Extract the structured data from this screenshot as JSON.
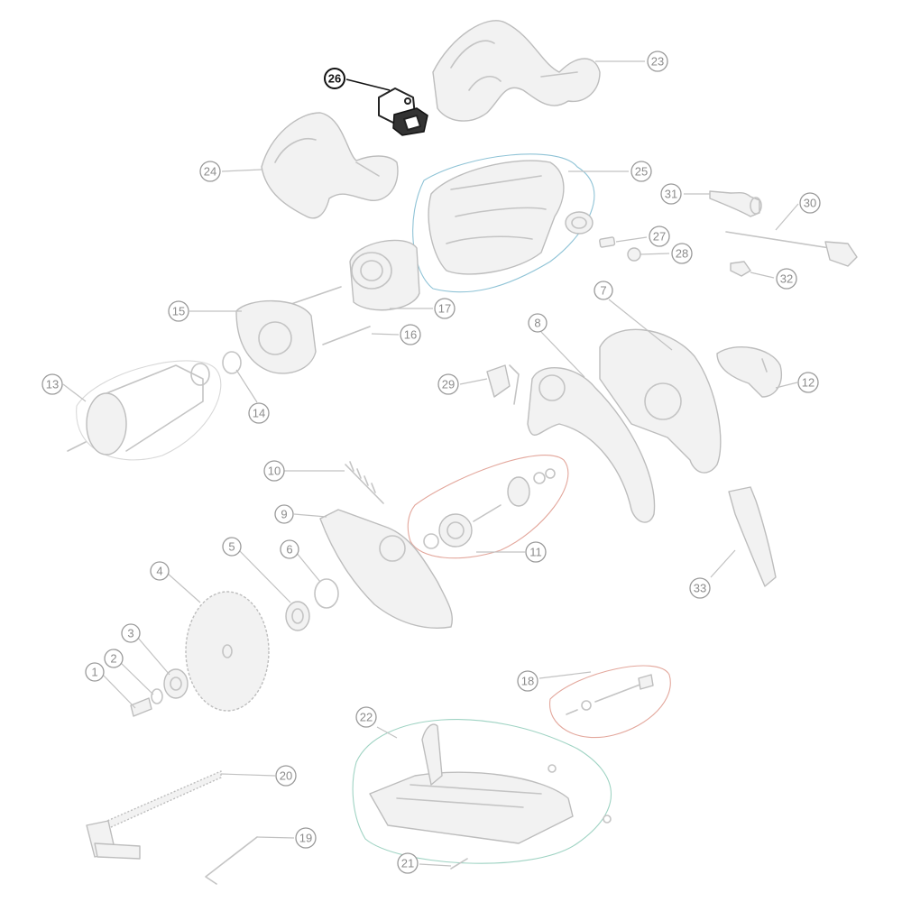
{
  "colors": {
    "part_stroke": "#c4c4c4",
    "highlight": "#111111",
    "callout_default": "#9a9a9a",
    "outline_green": "#8fc9b4",
    "outline_blue": "#8fc3d6",
    "outline_red": "#e3a79c",
    "outline_teal": "#9fd3c3"
  },
  "highlighted_part": "26",
  "callouts": [
    {
      "id": "c1",
      "label": "1",
      "color": "#9a9a9a"
    },
    {
      "id": "c2",
      "label": "2",
      "color": "#6fbf9f"
    },
    {
      "id": "c3",
      "label": "3",
      "color": "#6fbf9f"
    },
    {
      "id": "c4",
      "label": "4",
      "color": "#9a9a9a"
    },
    {
      "id": "c5",
      "label": "5",
      "color": "#9a9a9a"
    },
    {
      "id": "c6",
      "label": "6",
      "color": "#9a9a9a"
    },
    {
      "id": "c7",
      "label": "7",
      "color": "#9a9a9a"
    },
    {
      "id": "c8",
      "label": "8",
      "color": "#9a9a9a"
    },
    {
      "id": "c9",
      "label": "9",
      "color": "#6fbf9f"
    },
    {
      "id": "c10",
      "label": "10",
      "color": "#9a9a9a"
    },
    {
      "id": "c11",
      "label": "11",
      "color": "#6fbf9f"
    },
    {
      "id": "c12",
      "label": "12",
      "color": "#9a9a9a"
    },
    {
      "id": "c13",
      "label": "13",
      "color": "#9a9a9a"
    },
    {
      "id": "c14",
      "label": "14",
      "color": "#9a9a9a"
    },
    {
      "id": "c15",
      "label": "15",
      "color": "#9a9a9a"
    },
    {
      "id": "c16",
      "label": "16",
      "color": "#9a9a9a"
    },
    {
      "id": "c17",
      "label": "17",
      "color": "#9a9a9a"
    },
    {
      "id": "c18",
      "label": "18",
      "color": "#d9917f"
    },
    {
      "id": "c19",
      "label": "19",
      "color": "#9a9a9a"
    },
    {
      "id": "c20",
      "label": "20",
      "color": "#9a9a9a"
    },
    {
      "id": "c21",
      "label": "21",
      "color": "#9a9a9a"
    },
    {
      "id": "c22",
      "label": "22",
      "color": "#6fbf9f"
    },
    {
      "id": "c23",
      "label": "23",
      "color": "#9a9a9a"
    },
    {
      "id": "c24",
      "label": "24",
      "color": "#9a9a9a"
    },
    {
      "id": "c25",
      "label": "25",
      "color": "#6fb3cc"
    },
    {
      "id": "c26",
      "label": "26",
      "color": "#111111"
    },
    {
      "id": "c27",
      "label": "27",
      "color": "#9a9a9a"
    },
    {
      "id": "c28",
      "label": "28",
      "color": "#9a9a9a"
    },
    {
      "id": "c29",
      "label": "29",
      "color": "#9a9a9a"
    },
    {
      "id": "c30",
      "label": "30",
      "color": "#9a9a9a"
    },
    {
      "id": "c31",
      "label": "31",
      "color": "#9a9a9a"
    },
    {
      "id": "c32",
      "label": "32",
      "color": "#9a9a9a"
    },
    {
      "id": "c33",
      "label": "33",
      "color": "#9a9a9a"
    }
  ]
}
